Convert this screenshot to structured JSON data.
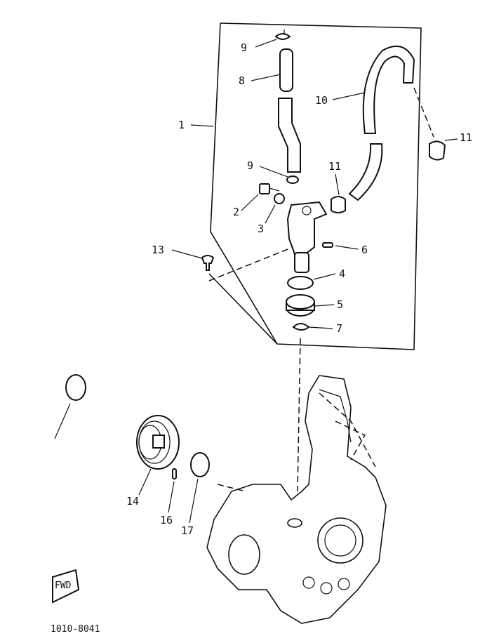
{
  "callouts": [
    "1",
    "2",
    "3",
    "4",
    "5",
    "6",
    "7",
    "8",
    "9",
    "9",
    "10",
    "11",
    "11",
    "13",
    "14",
    "16",
    "17"
  ],
  "fwd_label": "FWD",
  "drawing_code": "1010-8041"
}
